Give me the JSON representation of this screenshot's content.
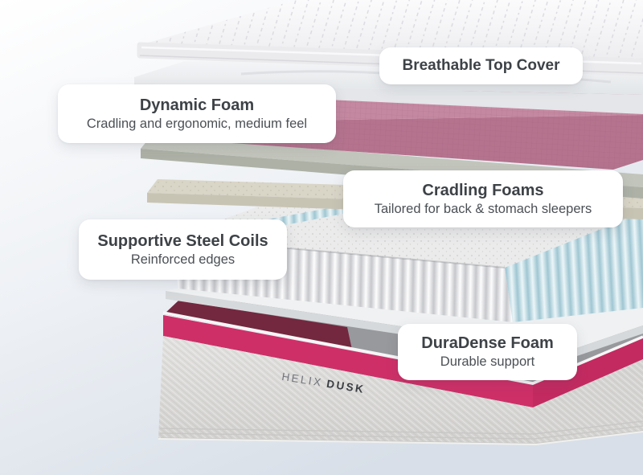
{
  "labels": {
    "breathable": {
      "title": "Breathable Top Cover"
    },
    "dynamic": {
      "title": "Dynamic Foam",
      "subtitle": "Cradling and ergonomic, medium feel"
    },
    "cradling": {
      "title": "Cradling Foams",
      "subtitle": "Tailored for back & stomach sleepers"
    },
    "supportive": {
      "title": "Supportive Steel Coils",
      "subtitle": "Reinforced edges"
    },
    "duradense": {
      "title": "DuraDense Foam",
      "subtitle": "Durable support"
    }
  },
  "brand": {
    "first": "HELIX",
    "second": "DUSK"
  },
  "colors": {
    "bg_top": "#ffffff",
    "bg_mid": "#eef1f5",
    "bg_bottom": "#d8dfe8",
    "cover_front": "#ebebee",
    "marble_front": "#e4e6e9",
    "pink_top": "#c489a1",
    "pink_front": "#b5738e",
    "green_top": "#c2c5bb",
    "green_front": "#adb1a6",
    "tan_top": "#d9d5c7",
    "tan_front": "#c8c4b4",
    "coil_top": "#ebebeb",
    "sheet_top": "#eff1f2",
    "sheet_front": "#d6d9db",
    "base_top": "#97999d",
    "maroon": "#73283f",
    "stripe": "#ce2f67",
    "stripe_side": "#c32a60",
    "fabric_right": "#d5d4d2",
    "label_title": "#3d4247",
    "label_subtitle": "#4b5055",
    "brand_light": "#71757b",
    "brand_bold": "#3a3e43"
  }
}
